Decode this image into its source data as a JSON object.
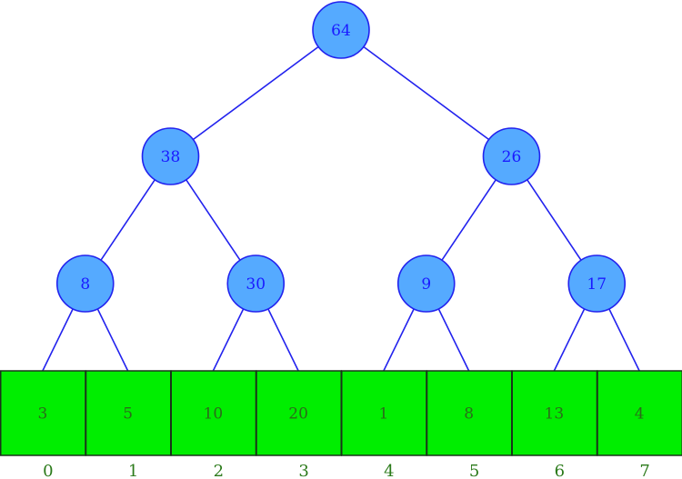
{
  "colors": {
    "node_fill": "#55aaff",
    "node_stroke": "#2222ee",
    "edge": "#2222ee",
    "cell_fill": "#00ee00",
    "cell_stroke": "#1a331a",
    "cell_text": "#2b6b1a",
    "index_text": "#2b7a1a"
  },
  "tree": {
    "levels": [
      [
        "64"
      ],
      [
        "38",
        "26"
      ],
      [
        "8",
        "30",
        "9",
        "17"
      ]
    ]
  },
  "leaves": [
    "3",
    "5",
    "10",
    "20",
    "1",
    "8",
    "13",
    "4"
  ],
  "indices": [
    "0",
    "1",
    "2",
    "3",
    "4",
    "5",
    "6",
    "7"
  ]
}
